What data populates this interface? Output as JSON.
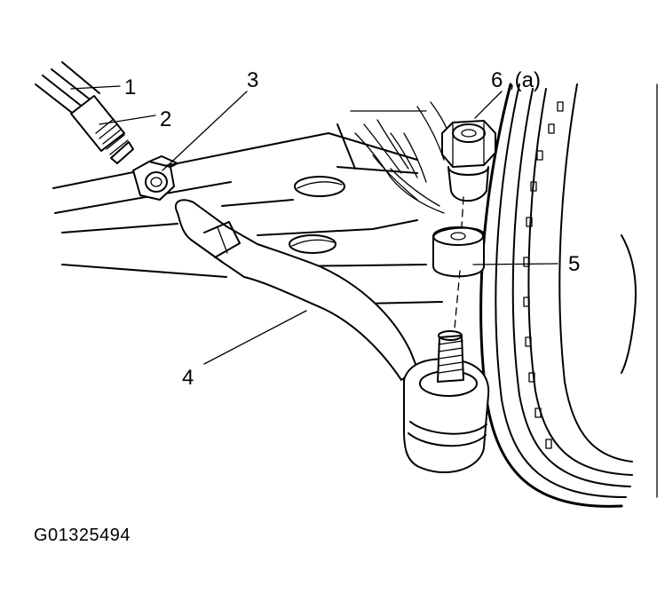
{
  "callouts": [
    {
      "id": "1",
      "label": "1"
    },
    {
      "id": "2",
      "label": "2"
    },
    {
      "id": "3",
      "label": "3"
    },
    {
      "id": "4",
      "label": "4"
    },
    {
      "id": "5",
      "label": "5"
    },
    {
      "id": "6",
      "label": "6 ,(a)"
    }
  ],
  "figure_code": "G01325494"
}
